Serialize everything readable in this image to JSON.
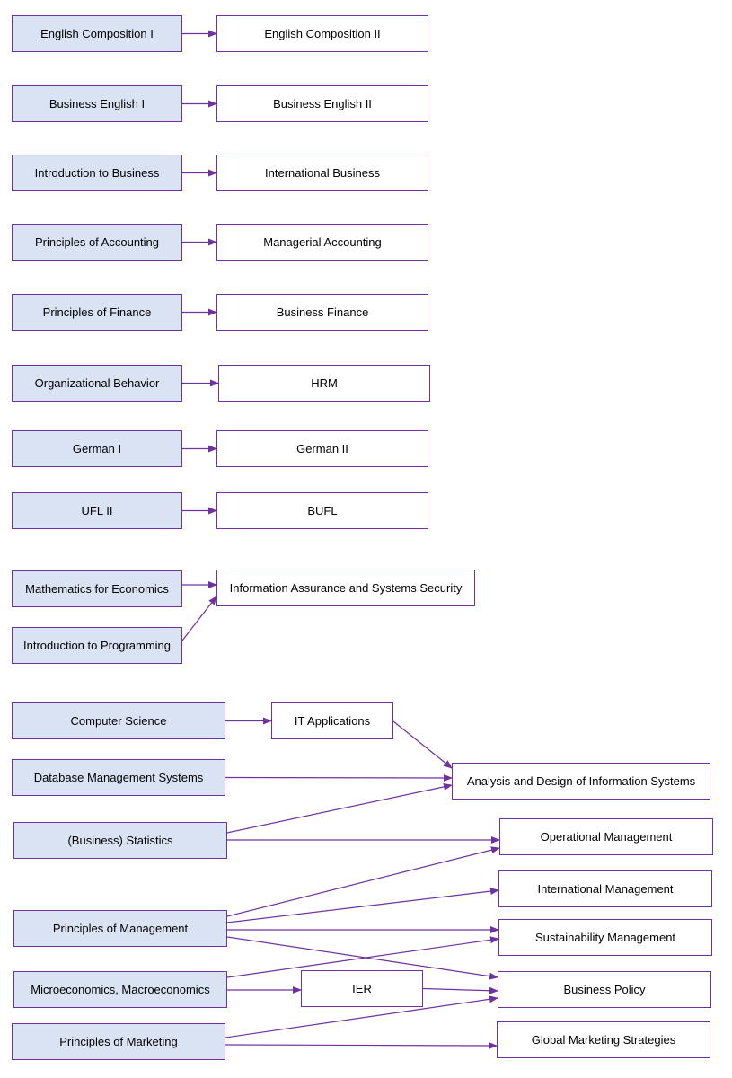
{
  "colors": {
    "prereq_fill": "#dae3f3",
    "course_fill": "#ffffff",
    "border": "#7030a0",
    "arrow": "#7030a0"
  },
  "nodes": {
    "eng1": "English Composition I",
    "eng2": "English Composition II",
    "be1": "Business English I",
    "be2": "Business English II",
    "itb": "Introduction to Business",
    "ib": "International Business",
    "poa": "Principles of Accounting",
    "ma": "Managerial Accounting",
    "pof": "Principles of Finance",
    "bf": "Business Finance",
    "ob": "Organizational Behavior",
    "hrm": "HRM",
    "ger1": "German I",
    "ger2": "German II",
    "ufl": "UFL II",
    "bufl": "BUFL",
    "mfe": "Mathematics for Economics",
    "itp": "Introduction to Programming",
    "iass": "Information Assurance and Systems Security",
    "cs": "Computer Science",
    "ita": "IT Applications",
    "dbms": "Database Management Systems",
    "adis": "Analysis and Design of Information Systems",
    "stat": "(Business) Statistics",
    "opm": "Operational Management",
    "intm": "International Management",
    "pom": "Principles of Management",
    "sm": "Sustainability Management",
    "micro": "Microeconomics, Macroeconomics",
    "ier": "IER",
    "bp": "Business Policy",
    "pomk": "Principles of Marketing",
    "gms": "Global Marketing Strategies"
  },
  "edges": [
    [
      "eng1",
      "eng2"
    ],
    [
      "be1",
      "be2"
    ],
    [
      "itb",
      "ib"
    ],
    [
      "poa",
      "ma"
    ],
    [
      "pof",
      "bf"
    ],
    [
      "ob",
      "hrm"
    ],
    [
      "ger1",
      "ger2"
    ],
    [
      "ufl",
      "bufl"
    ],
    [
      "mfe",
      "iass"
    ],
    [
      "itp",
      "iass"
    ],
    [
      "cs",
      "ita"
    ],
    [
      "ita",
      "adis"
    ],
    [
      "dbms",
      "adis"
    ],
    [
      "stat",
      "adis"
    ],
    [
      "stat",
      "opm"
    ],
    [
      "pom",
      "opm"
    ],
    [
      "pom",
      "intm"
    ],
    [
      "pom",
      "sm"
    ],
    [
      "pom",
      "bp"
    ],
    [
      "micro",
      "sm"
    ],
    [
      "micro",
      "ier"
    ],
    [
      "ier",
      "bp"
    ],
    [
      "pomk",
      "bp"
    ],
    [
      "pomk",
      "gms"
    ]
  ]
}
